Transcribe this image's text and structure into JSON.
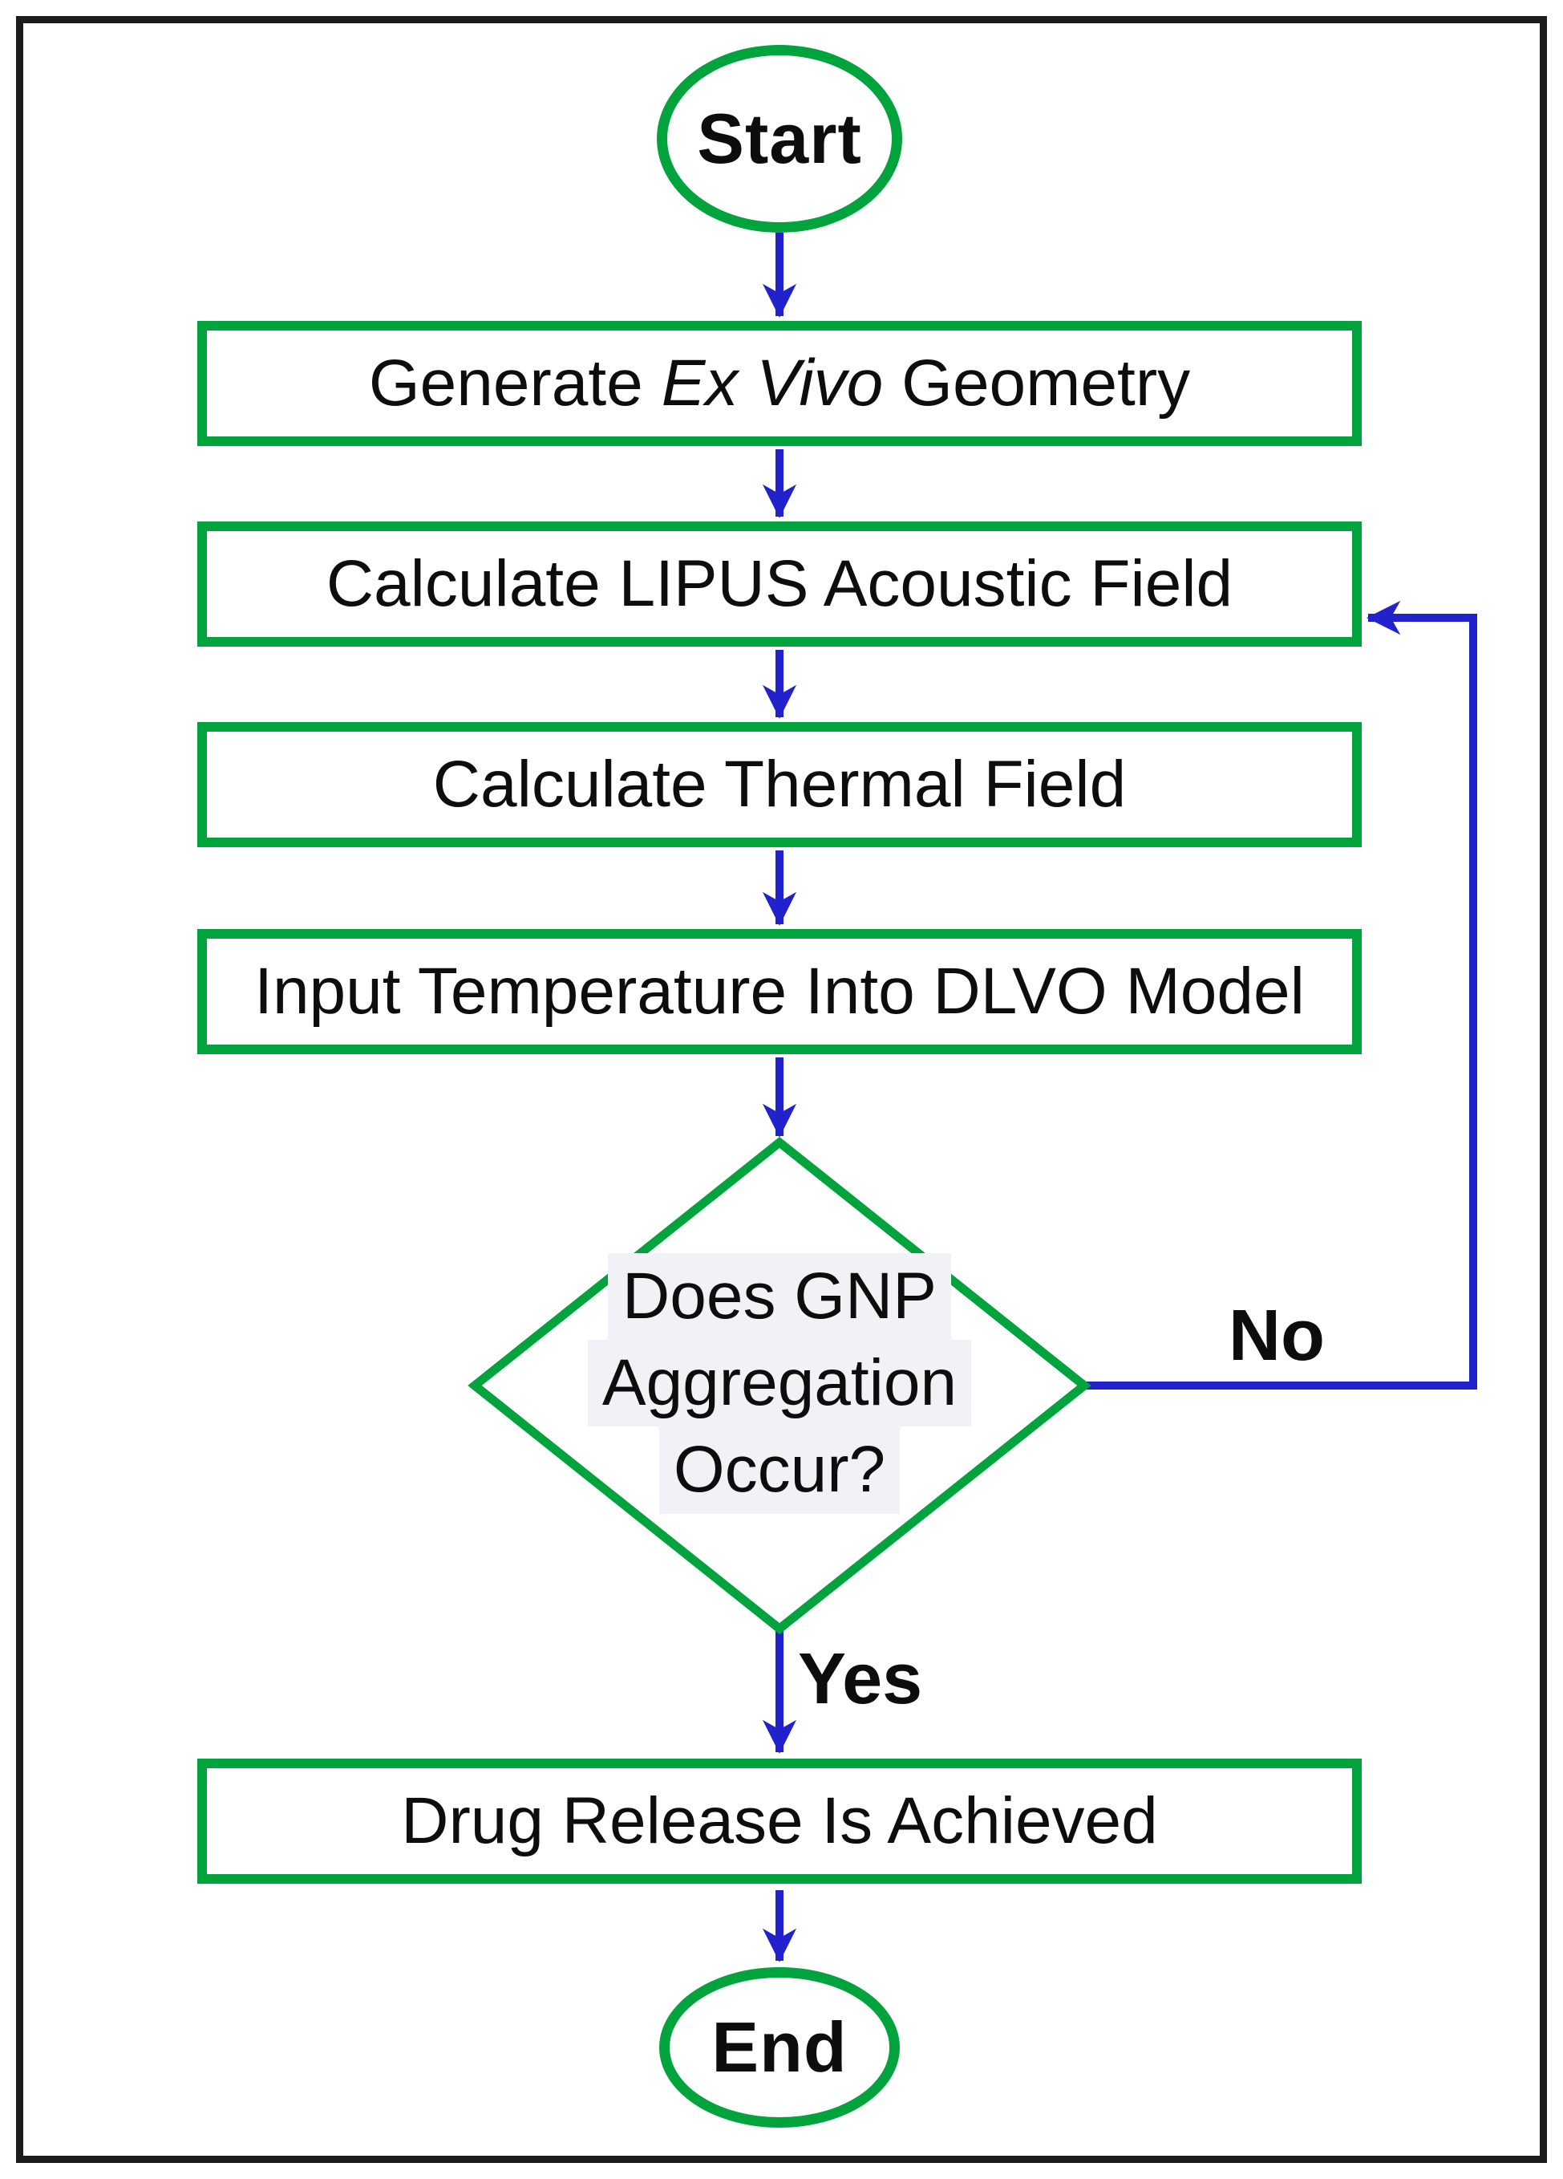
{
  "colors": {
    "node_border": "#00a33c",
    "connector": "#2222cc",
    "text": "#0d0d0d",
    "frame_border": "#1c1c1c",
    "background": "#ffffff",
    "decision_text_bg": "#f0f2f6"
  },
  "flowchart": {
    "nodes": {
      "start": {
        "type": "terminator",
        "label": "Start"
      },
      "generate_geometry": {
        "type": "process",
        "label_prefix": "Generate",
        "label_italic": "Ex Vivo",
        "label_suffix": "Geometry"
      },
      "calculate_acoustic": {
        "type": "process",
        "label": "Calculate LIPUS Acoustic Field"
      },
      "calculate_thermal": {
        "type": "process",
        "label": "Calculate Thermal Field"
      },
      "input_temperature": {
        "type": "process",
        "label": "Input Temperature Into DLVO Model"
      },
      "decision": {
        "type": "decision",
        "lines": [
          "Does GNP",
          "Aggregation",
          "Occur?"
        ]
      },
      "drug_release": {
        "type": "process",
        "label": "Drug Release Is Achieved"
      },
      "end": {
        "type": "terminator",
        "label": "End"
      }
    },
    "edges": {
      "yes_label": "Yes",
      "no_label": "No",
      "connections": [
        {
          "from": "start",
          "to": "generate_geometry"
        },
        {
          "from": "generate_geometry",
          "to": "calculate_acoustic"
        },
        {
          "from": "calculate_acoustic",
          "to": "calculate_thermal"
        },
        {
          "from": "calculate_thermal",
          "to": "input_temperature"
        },
        {
          "from": "input_temperature",
          "to": "decision"
        },
        {
          "from": "decision",
          "to": "drug_release",
          "label": "Yes"
        },
        {
          "from": "decision",
          "to": "calculate_acoustic",
          "label": "No"
        },
        {
          "from": "drug_release",
          "to": "end"
        }
      ]
    }
  }
}
